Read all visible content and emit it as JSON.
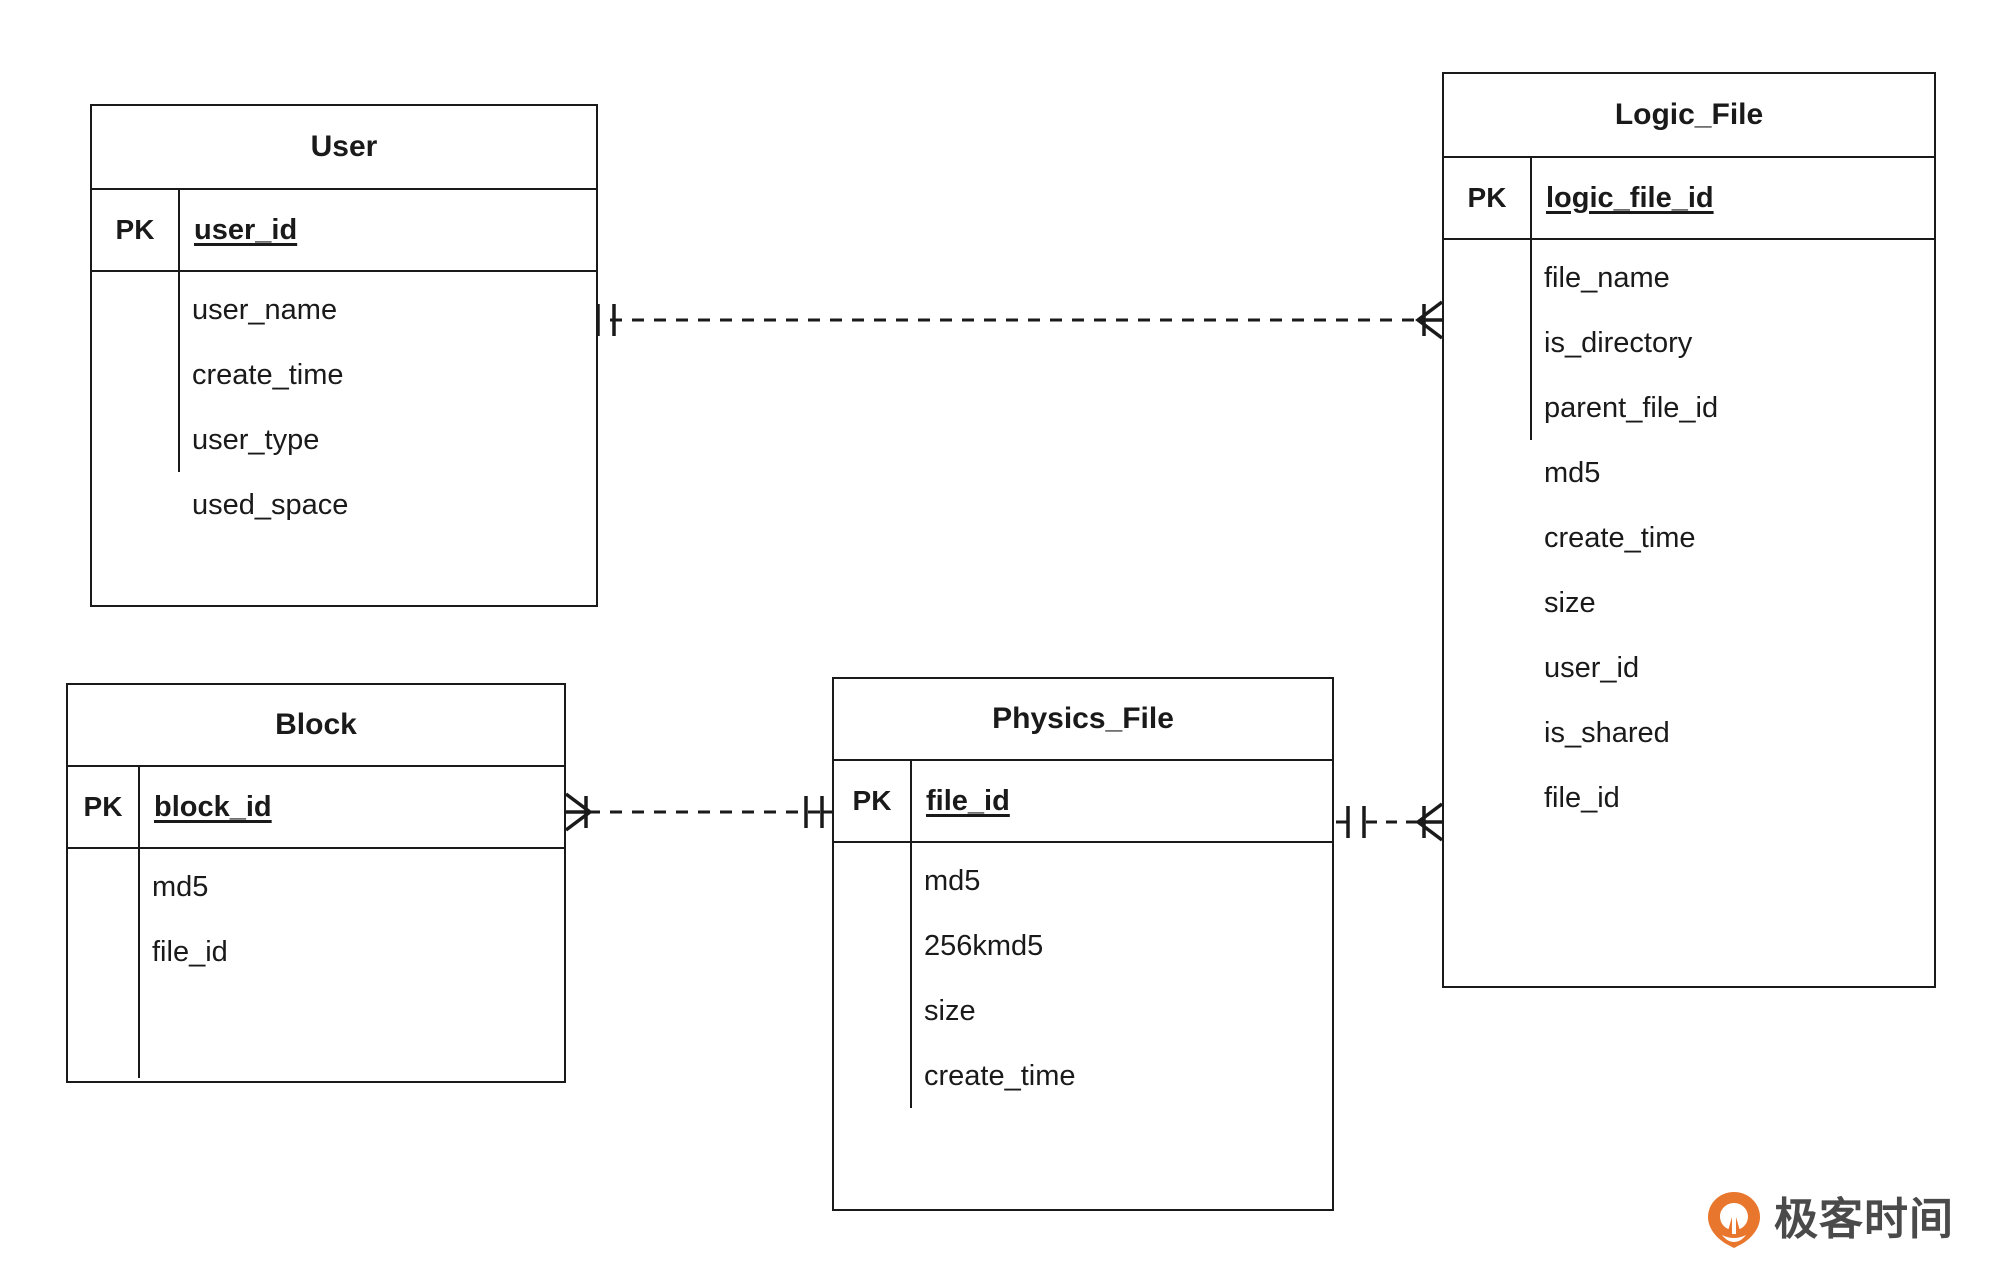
{
  "diagram": {
    "type": "entity-relationship-diagram",
    "notation": "crow's-foot",
    "entities": [
      {
        "id": "user",
        "name": "User",
        "pk_tag": "PK",
        "pk_field": "user_id",
        "attributes": [
          "user_name",
          "create_time",
          "user_type",
          "used_space"
        ]
      },
      {
        "id": "logic_file",
        "name": "Logic_File",
        "pk_tag": "PK",
        "pk_field": "logic_file_id",
        "attributes": [
          "file_name",
          "is_directory",
          "parent_file_id",
          "md5",
          "create_time",
          "size",
          "user_id",
          "is_shared",
          "file_id"
        ]
      },
      {
        "id": "block",
        "name": "Block",
        "pk_tag": "PK",
        "pk_field": "block_id",
        "attributes": [
          "md5",
          "file_id"
        ]
      },
      {
        "id": "physics_file",
        "name": "Physics_File",
        "pk_tag": "PK",
        "pk_field": "file_id",
        "attributes": [
          "md5",
          "256kmd5",
          "size",
          "create_time"
        ]
      }
    ],
    "relationships": [
      {
        "id": "user-to-logic-file",
        "from": "User",
        "to": "Logic_File",
        "from_cardinality": "one-and-only-one",
        "to_cardinality": "zero-or-many",
        "line_style": "dashed"
      },
      {
        "id": "block-to-physics-file",
        "from": "Block",
        "to": "Physics_File",
        "from_cardinality": "zero-or-many",
        "to_cardinality": "one-and-only-one",
        "line_style": "dashed"
      },
      {
        "id": "physics-file-to-logic-file",
        "from": "Physics_File",
        "to": "Logic_File",
        "from_cardinality": "one-and-only-one",
        "to_cardinality": "zero-or-many",
        "line_style": "dashed"
      }
    ]
  },
  "watermark": {
    "text": "极客时间",
    "mark_color": "#E8762C"
  },
  "colors": {
    "stroke": "#1a1a1a",
    "background": "#ffffff",
    "logo_text": "#4a4a4a",
    "logo_accent": "#E8762C"
  }
}
